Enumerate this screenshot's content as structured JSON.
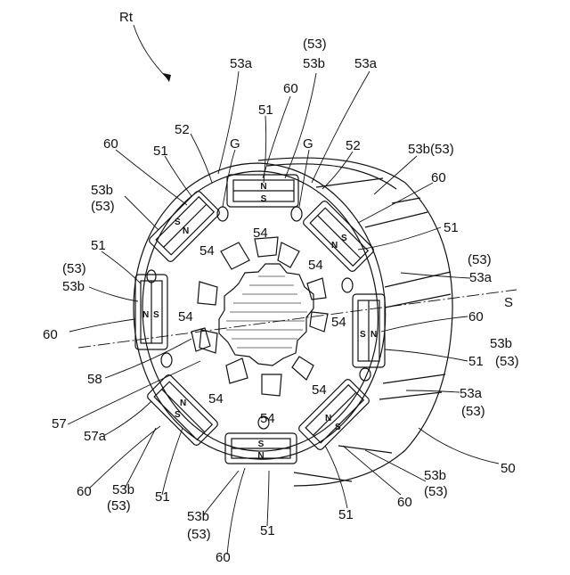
{
  "figure": {
    "reference": "Rt",
    "axis_label": "S",
    "labels": [
      {
        "id": "rt",
        "text": "Rt"
      },
      {
        "id": "top-53a-left",
        "text": "53a"
      },
      {
        "id": "top-53-paren",
        "text": "(53)"
      },
      {
        "id": "top-53b",
        "text": "53b"
      },
      {
        "id": "top-53a-right",
        "text": "53a"
      },
      {
        "id": "top-60",
        "text": "60"
      },
      {
        "id": "top-51",
        "text": "51"
      },
      {
        "id": "top-52-left",
        "text": "52"
      },
      {
        "id": "top-G-left",
        "text": "G"
      },
      {
        "id": "top-G-right",
        "text": "G"
      },
      {
        "id": "top-52-right",
        "text": "52"
      },
      {
        "id": "ul-60",
        "text": "60"
      },
      {
        "id": "ul-51",
        "text": "51"
      },
      {
        "id": "ul-53b",
        "text": "53b"
      },
      {
        "id": "ul-53-paren",
        "text": "(53)"
      },
      {
        "id": "ur-53b53",
        "text": "53b(53)"
      },
      {
        "id": "ur-60",
        "text": "60"
      },
      {
        "id": "ur-51",
        "text": "51"
      },
      {
        "id": "r-53-paren",
        "text": "(53)"
      },
      {
        "id": "r-53a",
        "text": "53a"
      },
      {
        "id": "axis-S",
        "text": "S"
      },
      {
        "id": "r-60",
        "text": "60"
      },
      {
        "id": "r-53b",
        "text": "53b"
      },
      {
        "id": "r-53b-paren",
        "text": "(53)"
      },
      {
        "id": "r-51",
        "text": "51"
      },
      {
        "id": "r-53a-lower",
        "text": "53a"
      },
      {
        "id": "r-53a-lower-paren",
        "text": "(53)"
      },
      {
        "id": "l-51",
        "text": "51"
      },
      {
        "id": "l-53-paren",
        "text": "(53)"
      },
      {
        "id": "l-53b",
        "text": "53b"
      },
      {
        "id": "l-60",
        "text": "60"
      },
      {
        "id": "l-58",
        "text": "58"
      },
      {
        "id": "l-57",
        "text": "57"
      },
      {
        "id": "l-57a",
        "text": "57a"
      },
      {
        "id": "bl-60",
        "text": "60"
      },
      {
        "id": "bl-53b",
        "text": "53b"
      },
      {
        "id": "bl-53-paren",
        "text": "(53)"
      },
      {
        "id": "bl-51",
        "text": "51"
      },
      {
        "id": "b-53b",
        "text": "53b"
      },
      {
        "id": "b-53-paren",
        "text": "(53)"
      },
      {
        "id": "b-60",
        "text": "60"
      },
      {
        "id": "b-51",
        "text": "51"
      },
      {
        "id": "br-51",
        "text": "51"
      },
      {
        "id": "br-60",
        "text": "60"
      },
      {
        "id": "br-53b",
        "text": "53b"
      },
      {
        "id": "br-53-paren",
        "text": "(53)"
      },
      {
        "id": "br-50",
        "text": "50"
      },
      {
        "id": "in-54-top",
        "text": "54"
      },
      {
        "id": "in-54-ul",
        "text": "54"
      },
      {
        "id": "in-54-ur",
        "text": "54"
      },
      {
        "id": "in-54-l",
        "text": "54"
      },
      {
        "id": "in-54-r",
        "text": "54"
      },
      {
        "id": "in-54-ll",
        "text": "54"
      },
      {
        "id": "in-54-lr",
        "text": "54"
      },
      {
        "id": "in-54-b",
        "text": "54"
      }
    ],
    "magnets": [
      {
        "id": "top",
        "outer": "N",
        "inner": "S"
      },
      {
        "id": "upper-right",
        "outer": "S",
        "inner": "N"
      },
      {
        "id": "right",
        "outer": "N",
        "inner": "S"
      },
      {
        "id": "lower-right",
        "outer": "S",
        "inner": "N"
      },
      {
        "id": "bottom",
        "outer": "N",
        "inner": "S"
      },
      {
        "id": "lower-left",
        "outer": "S",
        "inner": "N"
      },
      {
        "id": "left",
        "outer": "N",
        "inner": "S"
      },
      {
        "id": "upper-left",
        "outer": "S",
        "inner": "N"
      }
    ]
  }
}
